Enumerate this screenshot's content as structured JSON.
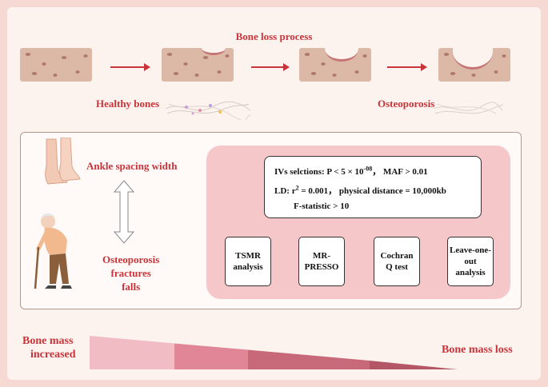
{
  "header": {
    "title": "Bone loss process",
    "healthy_label": "Healthy bones",
    "osteo_label": "Osteoporosis"
  },
  "middle": {
    "ankle_label": "Ankle spacing width",
    "outcome_lines": [
      "Osteoporosis",
      "fractures",
      "falls"
    ]
  },
  "iv_box": {
    "line1_prefix": "IVs selctions: P < 5 × 10",
    "line1_exp": "-08",
    "line1_suffix": "，  MAF > 0.01",
    "line2_prefix": "LD: r",
    "line2_exp": "2",
    "line2_suffix": " = 0.001，  physical distance = 10,000kb",
    "line3": "F-statistic > 10"
  },
  "methods": [
    {
      "label": "TSMR analysis"
    },
    {
      "label": "MR-PRESSO"
    },
    {
      "label": "Cochran Q test"
    },
    {
      "label": "Leave-one-out analysis"
    }
  ],
  "bottom": {
    "left_label_1": "Bone mass",
    "left_label_2": "increased",
    "right_label": "Bone mass loss"
  },
  "colors": {
    "accent_red": "#c8343a",
    "wedge_1": "#f2bcc4",
    "wedge_2": "#e08696",
    "wedge_3": "#c8697a",
    "wedge_4": "#b35767"
  }
}
